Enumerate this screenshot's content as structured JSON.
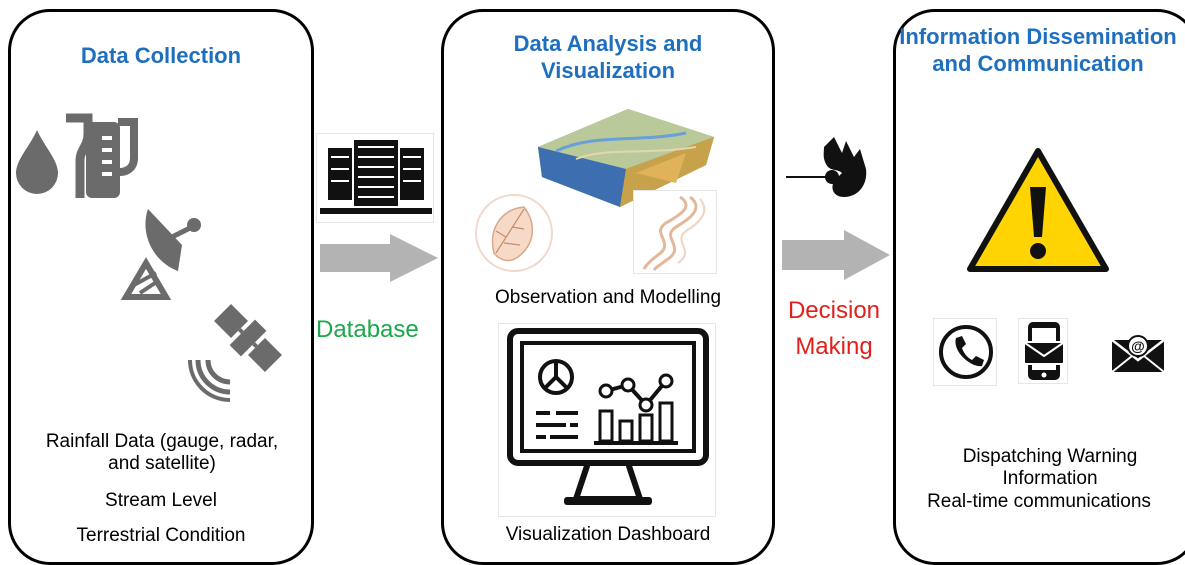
{
  "panels": {
    "collection": {
      "title": "Data Collection",
      "items": [
        "Rainfall Data (gauge, radar, and satellite)",
        "Stream Level",
        "Terrestrial Condition"
      ]
    },
    "analysis": {
      "title": "Data Analysis and Visualization",
      "captions": [
        "Observation and Modelling",
        "Visualization Dashboard"
      ]
    },
    "dissemination": {
      "title": "Information Dissemination and Communication",
      "captions": [
        "Dispatching Warning Information",
        "Real-time communications"
      ]
    }
  },
  "connectors": {
    "database": "Database",
    "decision": "Decision Making"
  },
  "colors": {
    "title": "#1f6fbf",
    "database_label": "#1aa84a",
    "decision_label": "#e0201c",
    "arrow": "#b3b3b3",
    "icon_gray": "#6b6b6b",
    "warning_yellow": "#ffd400"
  },
  "icons": [
    "water-drop-icon",
    "rain-gauge-icon",
    "radar-dish-icon",
    "satellite-icon",
    "server-database-icon",
    "terrain-model-icon",
    "leaf-watershed-icon",
    "river-icon",
    "dashboard-monitor-icon",
    "ok-hand-icon",
    "warning-icon",
    "phone-icon",
    "mobile-message-icon",
    "email-icon"
  ]
}
